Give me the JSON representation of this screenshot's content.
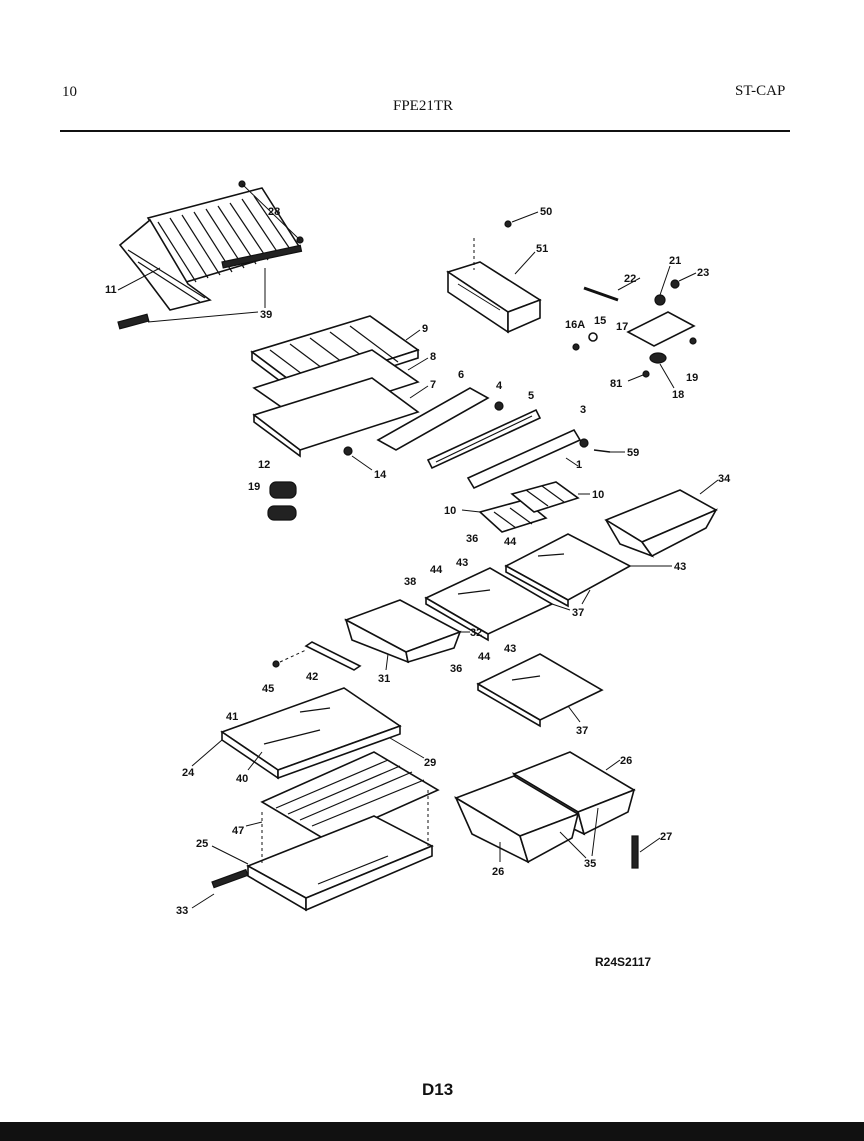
{
  "header": {
    "page_number": "10",
    "model": "FPE21TR",
    "section": "ST-CAP"
  },
  "figure_code": "R24S2117",
  "page_code": "D13",
  "callouts": {
    "c11": "11",
    "c28": "28",
    "c39": "39",
    "c50": "50",
    "c51": "51",
    "c22": "22",
    "c21": "21",
    "c23": "23",
    "c16a": "16A",
    "c15": "15",
    "c17": "17",
    "c19a": "19",
    "c18": "18",
    "c81": "81",
    "c9": "9",
    "c8": "8",
    "c7": "7",
    "c6": "6",
    "c4": "4",
    "c5": "5",
    "c3": "3",
    "c59": "59",
    "c1": "1",
    "c14": "14",
    "c12": "12",
    "c19b": "19",
    "c10a": "10",
    "c10b": "10",
    "c34": "34",
    "c36a": "36",
    "c44a": "44",
    "c43a": "43",
    "c38": "38",
    "c44b": "44",
    "c43b": "43",
    "c37a": "37",
    "c32": "32",
    "c31": "31",
    "c45": "45",
    "c42": "42",
    "c36b": "36",
    "c44c": "44",
    "c43c": "43",
    "c37b": "37",
    "c41": "41",
    "c24": "24",
    "c40": "40",
    "c29": "29",
    "c26a": "26",
    "c47": "47",
    "c25": "25",
    "c33": "33",
    "c27": "27",
    "c35": "35",
    "c26b": "26"
  }
}
